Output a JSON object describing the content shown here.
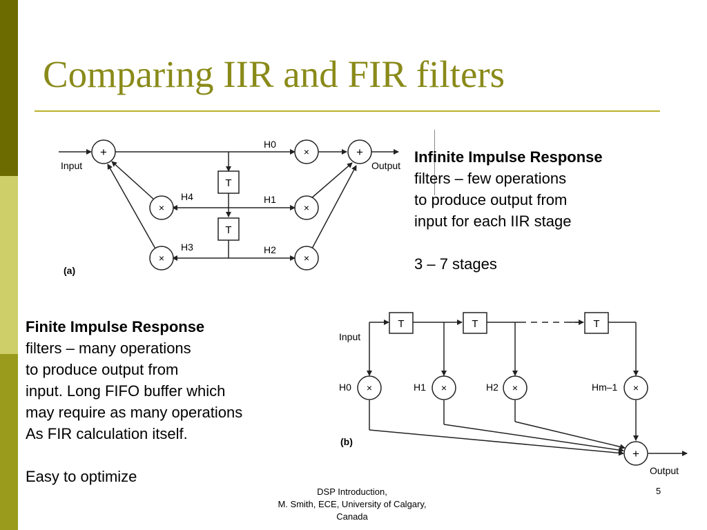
{
  "slide": {
    "title": "Comparing IIR and FIR filters",
    "iir": {
      "heading": "Infinite Impulse Response",
      "lines": [
        "filters – few operations",
        "to produce output from",
        "input for each IIR stage"
      ],
      "stages": "3 – 7 stages"
    },
    "fir": {
      "heading": "Finite Impulse Response",
      "lines": [
        "filters – many operations",
        "to produce output from",
        "input. Long FIFO buffer which",
        "may require as many operations",
        "As FIR calculation itself."
      ],
      "optimize": "Easy to optimize"
    },
    "footer": {
      "line1": "DSP Introduction,",
      "line2": "M. Smith, ECE, University of Calgary,",
      "line3": "Canada"
    },
    "page_number": "5"
  },
  "diagram_a": {
    "label": "(a)",
    "input_label": "Input",
    "output_label": "Output",
    "delay_label": "T",
    "multiply_symbol": "×",
    "add_symbol": "+",
    "coefficients": [
      "H0",
      "H1",
      "H2",
      "H3",
      "H4"
    ]
  },
  "diagram_b": {
    "label": "(b)",
    "input_label": "Input",
    "output_label": "Output",
    "delay_label": "T",
    "multiply_symbol": "×",
    "add_symbol": "+",
    "taps": [
      "H0",
      "H1",
      "H2",
      "Hm–1"
    ]
  },
  "colors": {
    "sidebar_dark": "#6b6b00",
    "sidebar_light": "#cfcf6a",
    "sidebar_mid": "#9a9a1c",
    "title": "#8a8a1a",
    "rule": "#b9b02a"
  }
}
